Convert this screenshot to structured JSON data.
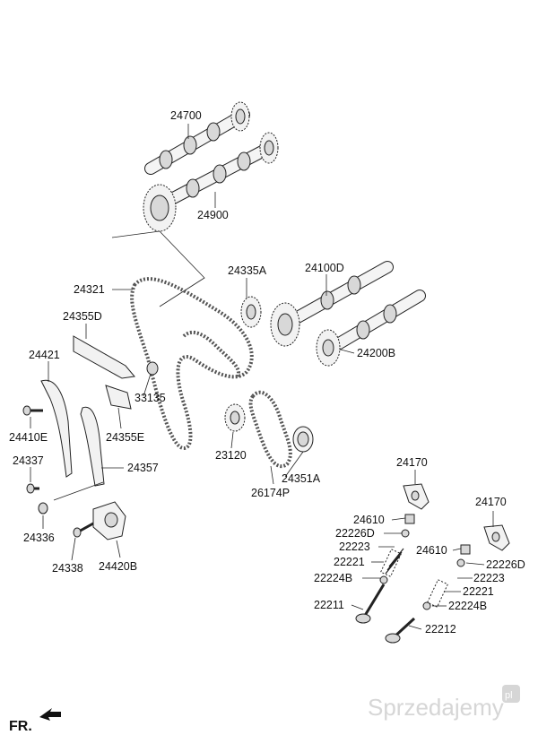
{
  "labels": {
    "p24700": "24700",
    "p24900": "24900",
    "p24321": "24321",
    "p24335A": "24335A",
    "p24100D": "24100D",
    "p24355D": "24355D",
    "p24421": "24421",
    "p33135": "33135",
    "p24200B": "24200B",
    "p24410E": "24410E",
    "p24355E": "24355E",
    "p24357": "24357",
    "p24337": "24337",
    "p23120": "23120",
    "p24351A": "24351A",
    "p26174P": "26174P",
    "p24336": "24336",
    "p24338": "24338",
    "p24420B": "24420B",
    "p24170a": "24170",
    "p24170b": "24170",
    "p24610a": "24610",
    "p22226Da": "22226D",
    "p22223a": "22223",
    "p22221a": "22221",
    "p22224Ba": "22224B",
    "p22211": "22211",
    "p24610b": "24610",
    "p22226Db": "22226D",
    "p22223b": "22223",
    "p22221b": "22221",
    "p22224Bb": "22224B",
    "p22212": "22212"
  },
  "orientation": "FR.",
  "watermark": {
    "text": "Sprzedajemy",
    "badge": "pl"
  }
}
